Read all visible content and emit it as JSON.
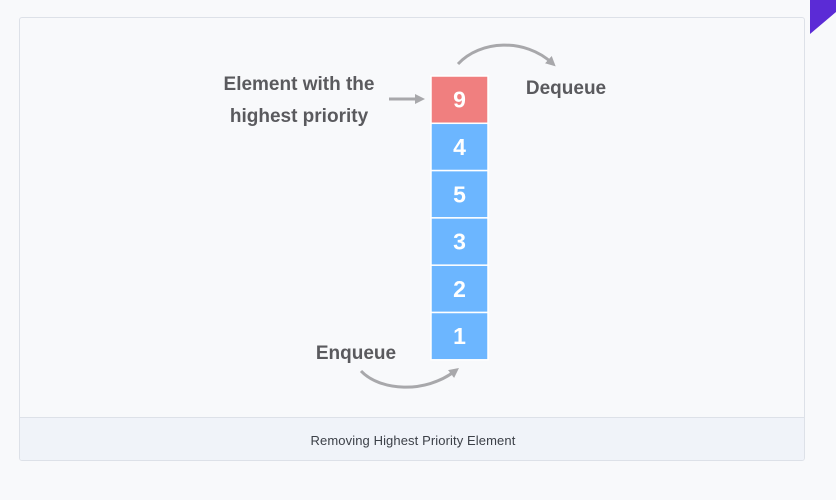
{
  "diagram": {
    "label_highest": [
      "Element with the",
      "highest priority"
    ],
    "label_dequeue": "Dequeue",
    "label_enqueue": "Enqueue",
    "queue": [
      {
        "value": "9",
        "highlight": true
      },
      {
        "value": "4",
        "highlight": false
      },
      {
        "value": "5",
        "highlight": false
      },
      {
        "value": "3",
        "highlight": false
      },
      {
        "value": "2",
        "highlight": false
      },
      {
        "value": "1",
        "highlight": false
      }
    ],
    "colors": {
      "highlight": "#f07f7f",
      "cell": "#6cb6ff",
      "cell_text": "#ffffff",
      "arrow": "#a8a8ab",
      "label": "#5a5a5e"
    }
  },
  "caption": "Removing Highest Priority Element",
  "corner_color": "#5b2bd6"
}
